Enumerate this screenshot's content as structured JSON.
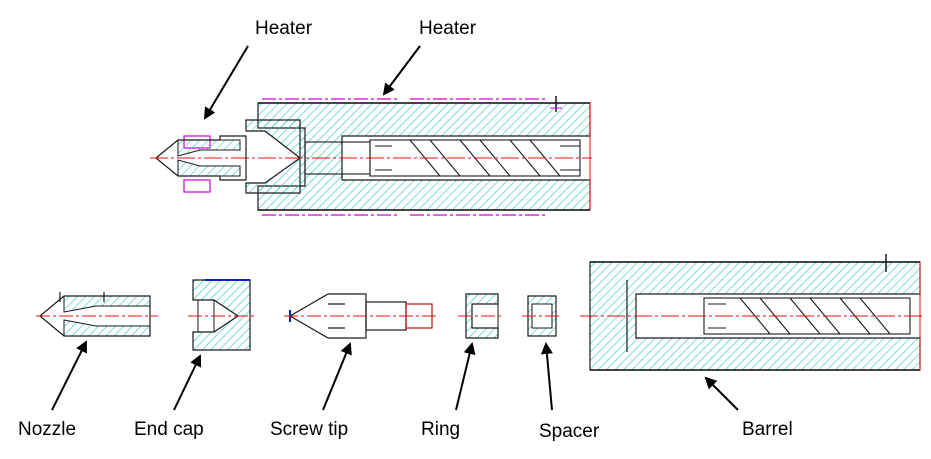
{
  "labels": {
    "heater_left": "Heater",
    "heater_right": "Heater",
    "nozzle": "Nozzle",
    "end_cap": "End cap",
    "screw_tip": "Screw tip",
    "ring": "Ring",
    "spacer": "Spacer",
    "barrel": "Barrel"
  },
  "colors": {
    "hatch": "#27c7c7",
    "outline": "#1a1a1a",
    "centerline": "#e01010",
    "heater_band": "#d000d0",
    "accent_blue": "#1020c0"
  }
}
